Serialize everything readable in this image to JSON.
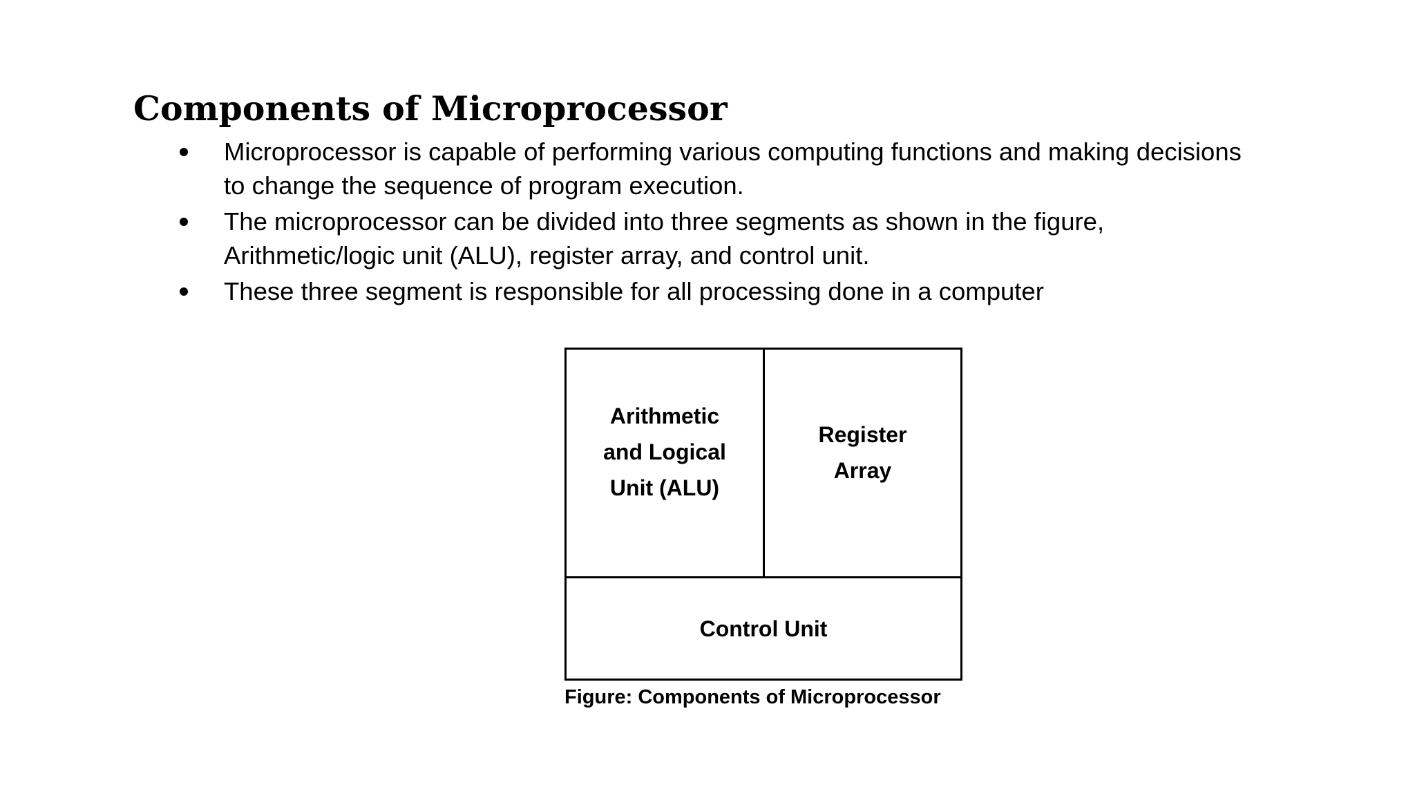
{
  "heading": "Components of Microprocessor",
  "bullets": [
    {
      "text": "Microprocessor is capable of performing various computing functions and making decisions to change the sequence of program execution."
    },
    {
      "text": "The microprocessor can be divided into three segments as shown in the figure, Arithmetic/logic unit (ALU), register array, and control unit."
    },
    {
      "text": "These three segment is responsible for all processing done in a computer"
    }
  ],
  "figure": {
    "alu_label": "Arithmetic and Logical Unit (ALU)",
    "register_label": "Register Array",
    "control_label": "Control Unit",
    "caption": "Figure: Components of Microprocessor"
  }
}
